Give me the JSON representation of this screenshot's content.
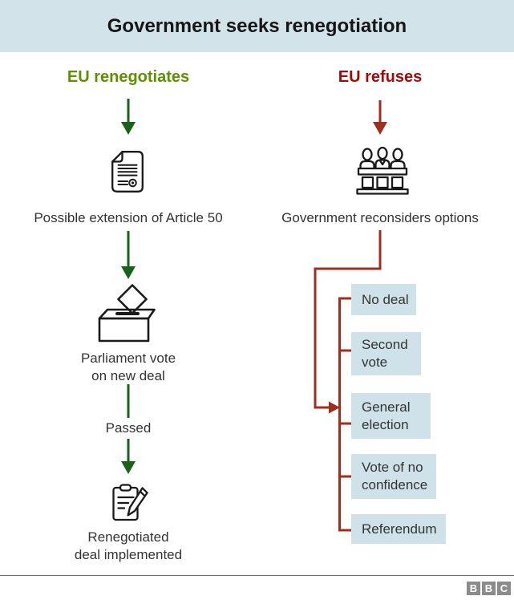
{
  "header": {
    "title": "Government seeks renegotiation"
  },
  "left_branch": {
    "heading": "EU renegotiates",
    "caption_extension": "Possible extension of Article 50",
    "caption_vote": "Parliament vote\non new deal",
    "passed_label": "Passed",
    "caption_implemented": "Renegotiated\ndeal implemented"
  },
  "right_branch": {
    "heading": "EU refuses",
    "caption_reconsider": "Government reconsiders options",
    "options": [
      {
        "label": "No deal"
      },
      {
        "label": "Second\nvote"
      },
      {
        "label": "General\nelection"
      },
      {
        "label": "Vote of no\nconfidence"
      },
      {
        "label": "Referendum"
      }
    ]
  },
  "icons": {
    "left_step1": "document-icon",
    "left_step2": "ballot-box-icon",
    "left_step3": "clipboard-pencil-icon",
    "right_step1": "parliament-panel-icon",
    "footer": "bbc-logo"
  },
  "colors": {
    "header_bg": "#d2e4ea",
    "option_box_bg": "#cfe2e9",
    "green_heading": "#5c9200",
    "green_arrow": "#1a611a",
    "red_heading": "#a30b0b",
    "red_connector": "#9e2f1e",
    "body_text": "#333333",
    "title_text": "#161616",
    "icon_stroke": "#1a1a1a",
    "footer_line": "#6e6e6e",
    "bbc_block_bg": "#8b8b8b"
  },
  "footer": {
    "logo_letters": [
      "B",
      "B",
      "C"
    ]
  }
}
